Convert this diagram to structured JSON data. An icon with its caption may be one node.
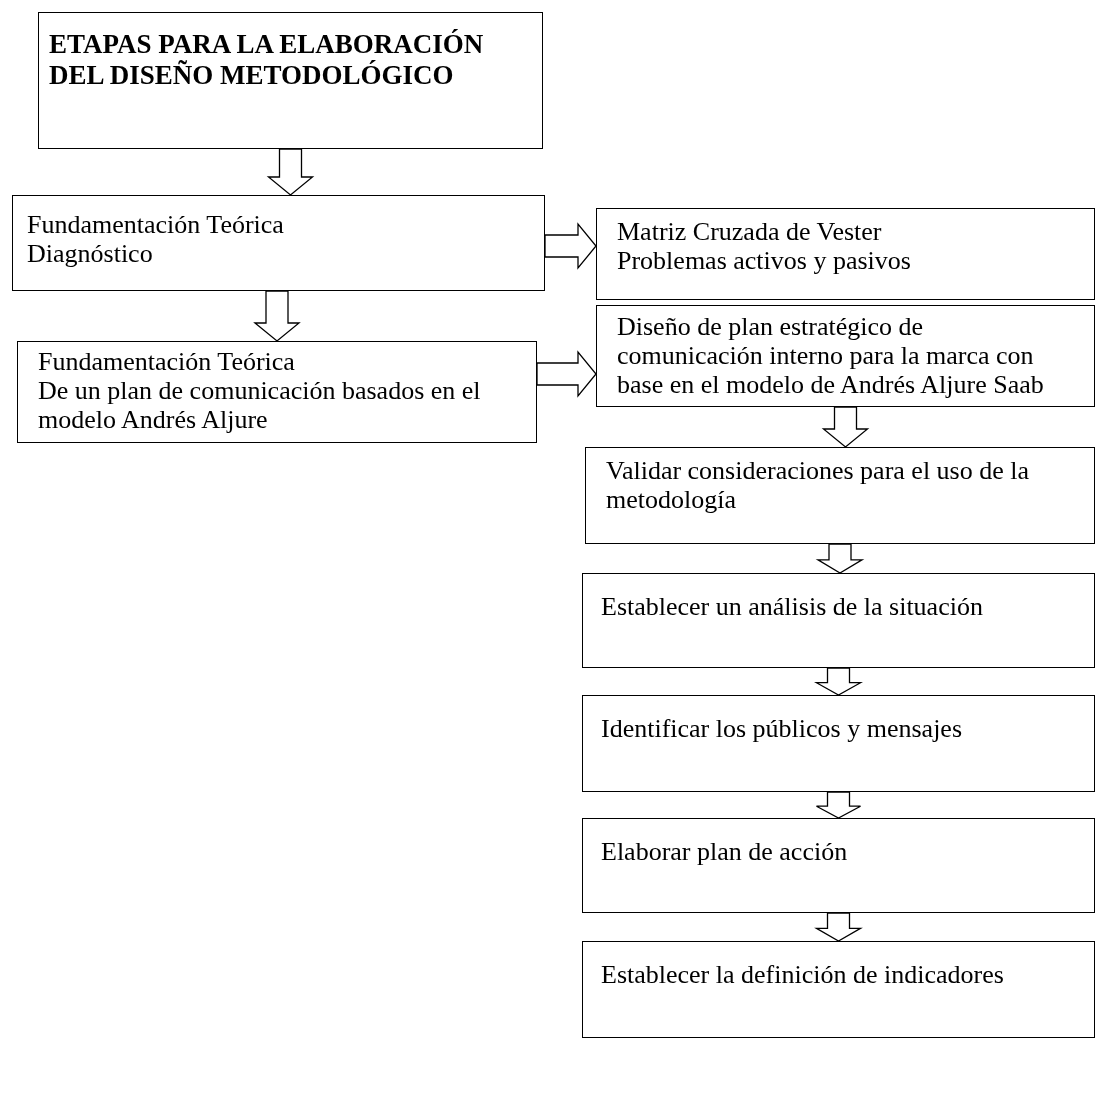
{
  "diagram": {
    "nodes": [
      {
        "text": [
          "ETAPAS PARA LA ELABORACIÓN DEL DISEÑO METODOLÓGICO"
        ]
      },
      {
        "text": [
          "Fundamentación Teórica",
          "Diagnóstico"
        ]
      },
      {
        "text": [
          "Matriz Cruzada de Vester",
          "Problemas activos y pasivos"
        ]
      },
      {
        "text": [
          "Fundamentación Teórica",
          "De un plan de comunicación basados en el modelo Andrés Aljure"
        ]
      },
      {
        "text": [
          "Diseño de plan estratégico de comunicación interno para la marca con base en el modelo de Andrés Aljure Saab"
        ]
      },
      {
        "text": [
          "Validar consideraciones para el uso de la metodología"
        ]
      },
      {
        "text": [
          "Establecer un análisis de la situación"
        ]
      },
      {
        "text": [
          "Identificar los públicos y mensajes"
        ]
      },
      {
        "text": [
          "Elaborar plan de acción"
        ]
      },
      {
        "text": [
          "Establecer la definición de indicadores"
        ]
      }
    ],
    "edges": [
      {
        "from": 0,
        "to": 1,
        "arrow": "to"
      },
      {
        "from": 1,
        "to": 2,
        "arrow": "to"
      },
      {
        "from": 1,
        "to": 3,
        "arrow": "to"
      },
      {
        "from": 3,
        "to": 4,
        "arrow": "to"
      },
      {
        "from": 4,
        "to": 5,
        "arrow": "to"
      },
      {
        "from": 5,
        "to": 6,
        "arrow": "to"
      },
      {
        "from": 6,
        "to": 7,
        "arrow": "to"
      },
      {
        "from": 7,
        "to": 8,
        "arrow": "to"
      },
      {
        "from": 8,
        "to": 9,
        "arrow": "to"
      }
    ]
  }
}
